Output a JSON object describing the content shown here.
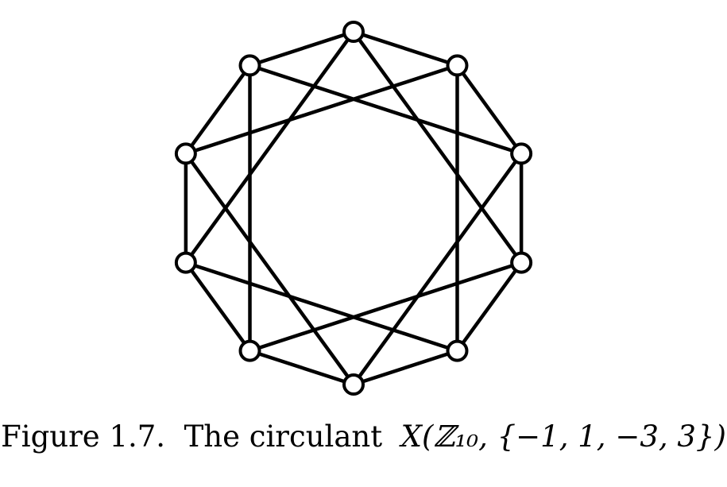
{
  "figure": {
    "caption_label": "Figure 1.7.",
    "caption_text": "The circulant",
    "caption_math": "X(ℤ₁₀, {−1, 1, −3, 3})"
  },
  "graph": {
    "type": "circulant",
    "vertex_count": 10,
    "connection_set": [
      -1,
      1,
      -3,
      3
    ],
    "vertices": [
      "v0",
      "v1",
      "v2",
      "v3",
      "v4",
      "v5",
      "v6",
      "v7",
      "v8",
      "v9"
    ],
    "edges": [
      [
        0,
        1
      ],
      [
        1,
        2
      ],
      [
        2,
        3
      ],
      [
        3,
        4
      ],
      [
        4,
        5
      ],
      [
        5,
        6
      ],
      [
        6,
        7
      ],
      [
        7,
        8
      ],
      [
        8,
        9
      ],
      [
        9,
        0
      ],
      [
        0,
        3
      ],
      [
        1,
        4
      ],
      [
        2,
        5
      ],
      [
        3,
        6
      ],
      [
        4,
        7
      ],
      [
        5,
        8
      ],
      [
        6,
        9
      ],
      [
        7,
        0
      ],
      [
        8,
        1
      ],
      [
        9,
        2
      ]
    ],
    "colors": {
      "stroke": "#000000",
      "node_fill": "#ffffff",
      "background": "#ffffff"
    }
  }
}
